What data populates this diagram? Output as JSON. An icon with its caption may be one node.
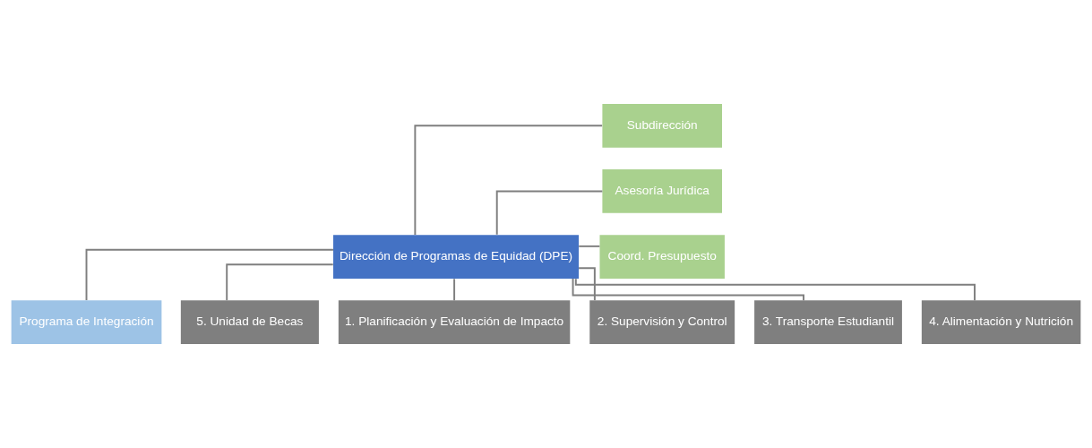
{
  "diagram": {
    "nodes": [
      {
        "text": [
          "Dirección de Programas de Equidad (DPE)"
        ]
      },
      {
        "text": [
          "Subdirección"
        ]
      },
      {
        "text": [
          "Asesoría Jurídica"
        ]
      },
      {
        "text": [
          "Coord. Presupuesto"
        ]
      },
      {
        "text": [
          "Programa de Integración"
        ]
      },
      {
        "text": [
          "1. Planificación y Evaluación de Impacto"
        ]
      },
      {
        "text": [
          "2. Supervisión y Control"
        ]
      },
      {
        "text": [
          "3. Transporte Estudiantil"
        ]
      },
      {
        "text": [
          "4. Alimentación y Nutrición"
        ]
      },
      {
        "text": [
          "5. Unidad de Becas"
        ]
      }
    ],
    "edges": [
      {
        "from": 0,
        "to": 1,
        "arrow": "none"
      },
      {
        "from": 0,
        "to": 2,
        "arrow": "none"
      },
      {
        "from": 0,
        "to": 3,
        "arrow": "none"
      },
      {
        "from": 0,
        "to": 4,
        "arrow": "none"
      },
      {
        "from": 0,
        "to": 5,
        "arrow": "none"
      },
      {
        "from": 0,
        "to": 6,
        "arrow": "none"
      },
      {
        "from": 0,
        "to": 7,
        "arrow": "none"
      },
      {
        "from": 0,
        "to": 8,
        "arrow": "none"
      },
      {
        "from": 0,
        "to": 9,
        "arrow": "none"
      }
    ]
  }
}
